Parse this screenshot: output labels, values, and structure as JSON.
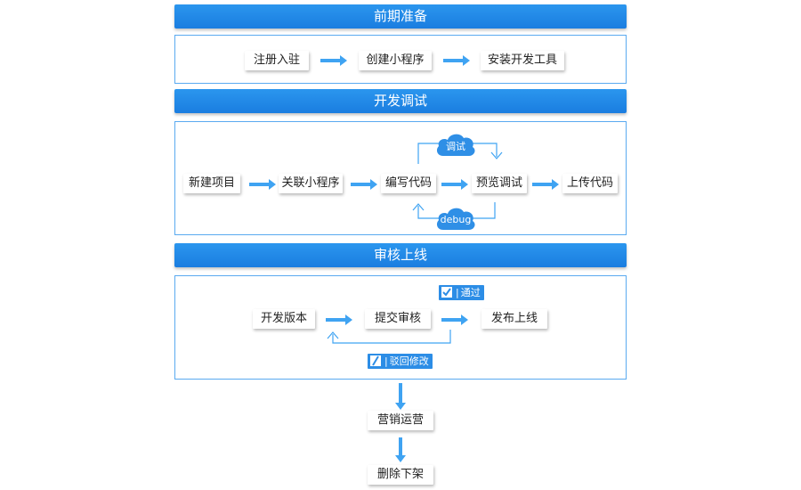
{
  "sections": {
    "prep": {
      "title": "前期准备",
      "steps": [
        "注册入驻",
        "创建小程序",
        "安装开发工具"
      ]
    },
    "dev": {
      "title": "开发调试",
      "steps": [
        "新建项目",
        "关联小程序",
        "编写代码",
        "预览调试",
        "上传代码"
      ],
      "cloud_top": "调试",
      "cloud_bottom": "debug"
    },
    "review": {
      "title": "审核上线",
      "steps": [
        "开发版本",
        "提交审核",
        "发布上线"
      ],
      "pass_tag": "通过",
      "reject_tag": "驳回修改"
    }
  },
  "after": [
    "营销运营",
    "删除下架"
  ],
  "colors": {
    "accent": "#1a7de0",
    "arrow": "#3fa3f2",
    "border": "#5aaaf0"
  }
}
